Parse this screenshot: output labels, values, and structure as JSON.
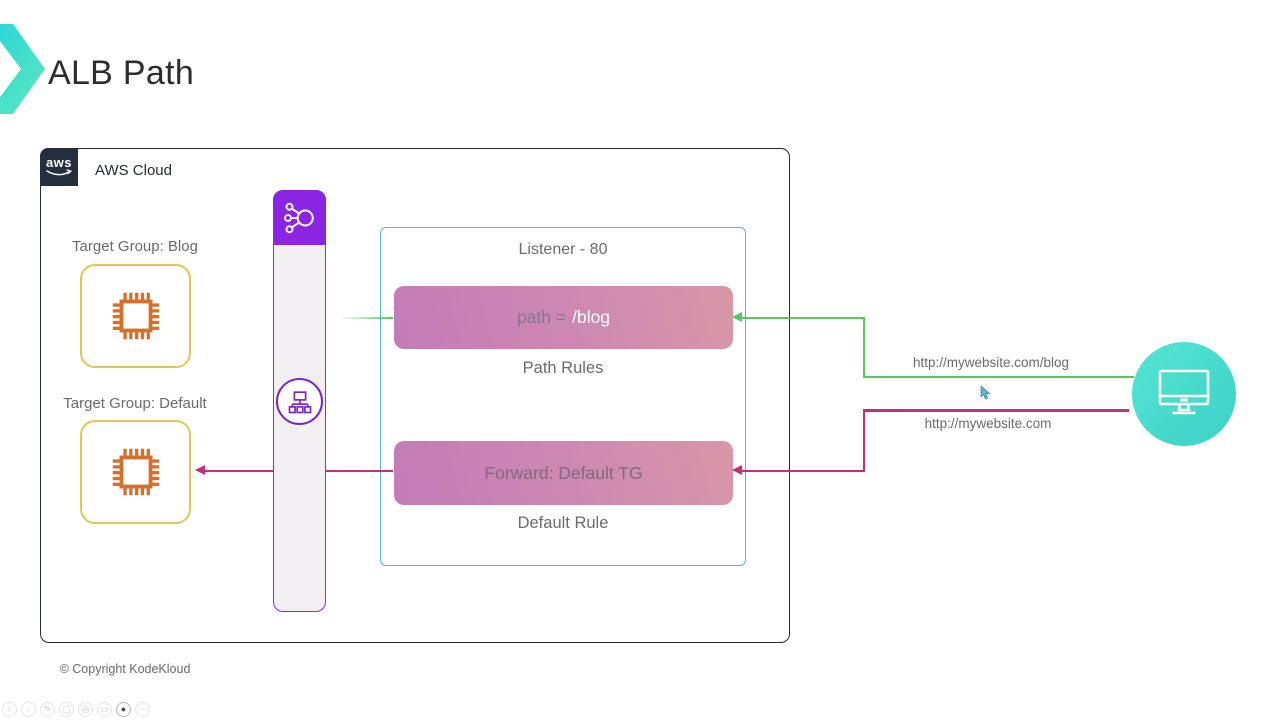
{
  "slide": {
    "title": "ALB Path",
    "copyright": "© Copyright KodeKloud"
  },
  "aws_cloud": {
    "label": "AWS Cloud",
    "logo_text": "aws"
  },
  "target_groups": [
    {
      "label": "Target Group: Blog",
      "icon": "chip-icon"
    },
    {
      "label": "Target Group: Default",
      "icon": "chip-icon"
    }
  ],
  "load_balancer": {
    "header_icon": "elastic-load-balancer-icon",
    "node_icon": "sitemap-icon"
  },
  "listener": {
    "title": "Listener - 80",
    "rules": [
      {
        "value": "path = /blog",
        "value_prefix": "path =",
        "value_highlight": "/blog",
        "caption": "Path Rules"
      },
      {
        "value": "Forward: Default TG",
        "caption": "Default Rule"
      }
    ]
  },
  "requests": [
    {
      "url": "http://mywebsite.com/blog",
      "color": "#56c85c"
    },
    {
      "url": "http://mywebsite.com",
      "color": "#c43077"
    }
  ],
  "client": {
    "icon": "monitor-icon"
  },
  "toolbar": {
    "items": [
      {
        "name": "previous",
        "glyph": "‹"
      },
      {
        "name": "next",
        "glyph": "›"
      },
      {
        "name": "pen",
        "glyph": "✎"
      },
      {
        "name": "apps",
        "glyph": "▢"
      },
      {
        "name": "zoom",
        "glyph": "◎"
      },
      {
        "name": "display",
        "glyph": "▭"
      },
      {
        "name": "camera",
        "glyph": "●"
      },
      {
        "name": "more",
        "glyph": "⋯"
      }
    ]
  },
  "colors": {
    "green_arrow": "#56c85c",
    "magenta_arrow": "#c43077",
    "purple_lb": "#8c24e4",
    "purple_border": "#9128d9",
    "listener_border": "#53b9cd",
    "client_teal": "#45dbcb",
    "tg_border_yellow": "#e2c653",
    "chip_orange": "#d4702c",
    "aws_navy": "#232f3e",
    "rule_gradient_left": "#c47cb8",
    "rule_gradient_right": "#d898a6"
  }
}
